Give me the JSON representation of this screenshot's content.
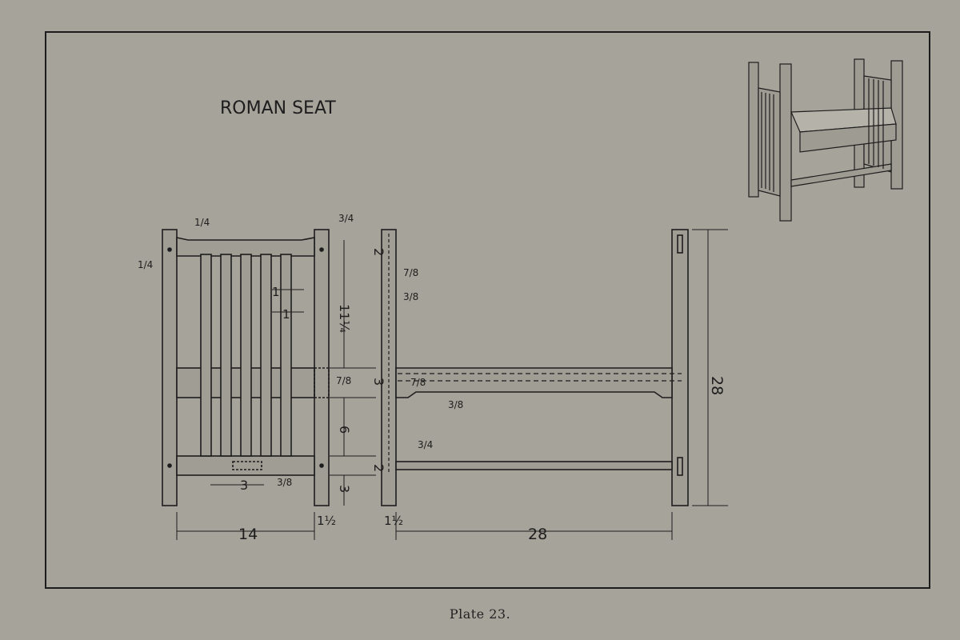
{
  "plate": {
    "title": "ROMAN SEAT",
    "caption": "Plate 23."
  },
  "colors": {
    "paper": "#a6a39a",
    "ink": "#1d1d1d",
    "wood": "#a09d94"
  },
  "dimensions": {
    "front_width": "14",
    "side_depth": "28",
    "height": "28",
    "post_1": "1½",
    "post_2": "1½",
    "slat_width_1": "1",
    "slat_width_2": "1",
    "top_rail_quarter": "1/4",
    "left_quarter": "1/4",
    "top_gap": "3/4",
    "top_rail": "2",
    "panel_height": "11¼",
    "seat_rail": "3",
    "mid_gap": "6",
    "bottom_rail": "2",
    "foot": "3",
    "tenon_seven_eighths_1": "7/8",
    "tenon_three_eighths_1": "3/8",
    "tenon_seven_eighths_2": "7/8",
    "tenon_seven_eighths_3": "7/8",
    "tenon_three_eighths_2": "3/8",
    "stretcher_three_quarter": "3/4",
    "mortise_length": "3",
    "mortise_three_eighths": "3/8"
  }
}
